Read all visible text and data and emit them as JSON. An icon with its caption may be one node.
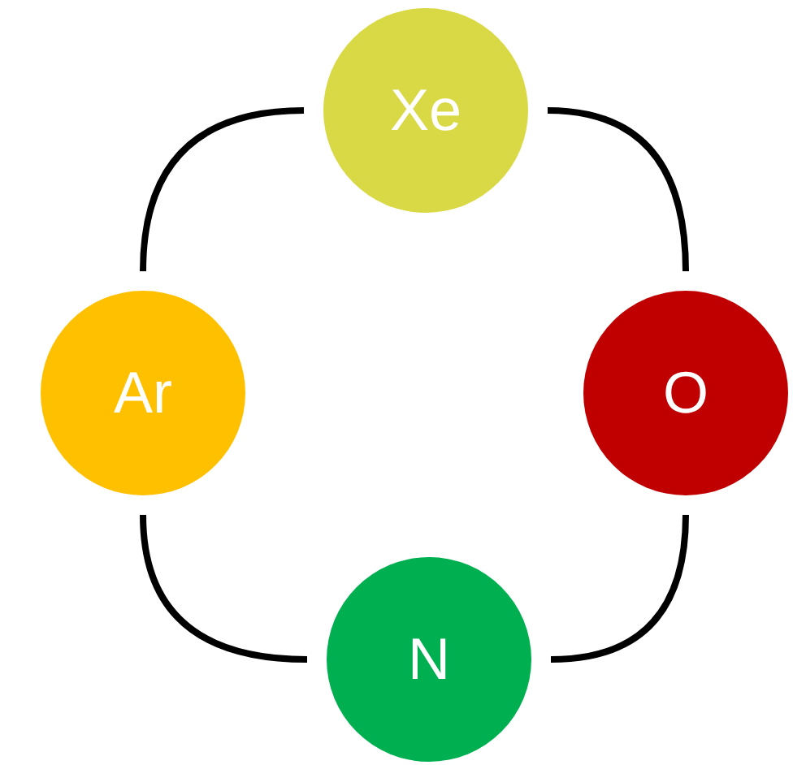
{
  "diagram": {
    "nodes": [
      {
        "text": [
          "Xe"
        ]
      },
      {
        "text": [
          "Ar"
        ]
      },
      {
        "text": [
          "O"
        ]
      },
      {
        "text": [
          "N"
        ]
      }
    ],
    "edges": [
      {
        "from": 0,
        "to": 2,
        "arrow": "none"
      },
      {
        "from": 2,
        "to": 3,
        "arrow": "none"
      },
      {
        "from": 3,
        "to": 1,
        "arrow": "none"
      },
      {
        "from": 1,
        "to": 0,
        "arrow": "none"
      }
    ]
  }
}
